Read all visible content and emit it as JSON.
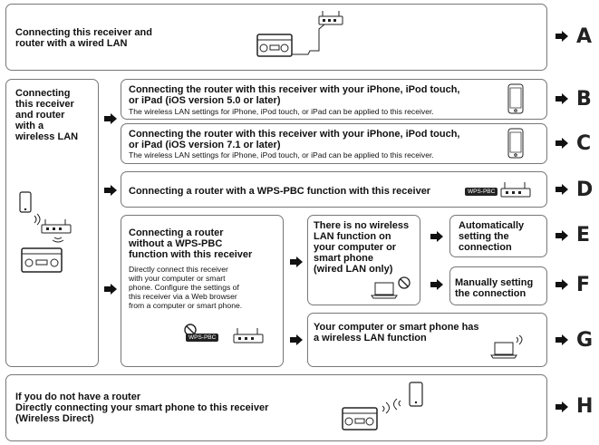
{
  "boxes": {
    "a": {
      "title": "Connecting this receiver and\nrouter with a wired LAN"
    },
    "wireless": {
      "title": "Connecting\nthis receiver\nand router\nwith a\nwireless LAN"
    },
    "b": {
      "title": "Connecting the router with this receiver with your iPhone, iPod touch,\nor iPad (iOS version 5.0 or later)",
      "sub": "The wireless LAN settings for iPhone, iPod touch, or iPad can be applied to this receiver."
    },
    "c": {
      "title": "Connecting the router with this receiver with your iPhone, iPod touch,\nor iPad (iOS version 7.1 or later)",
      "sub": "The wireless LAN settings for iPhone, iPod touch, or iPad can be applied to this receiver."
    },
    "d": {
      "title": "Connecting a router with a WPS-PBC function with this receiver",
      "wps_label": "WPS-PBC"
    },
    "no_wps": {
      "title": "Connecting a router\nwithout a WPS-PBC\nfunction with this receiver",
      "sub": "Directly connect this receiver\nwith your computer or smart\nphone. Configure the settings of\nthis receiver via a Web browser\nfrom a computer or smart phone.",
      "wps_label": "WPS-PBC"
    },
    "no_wireless": {
      "title": "There is no wireless\nLAN function on\nyour computer or\nsmart phone\n(wired LAN only)"
    },
    "e": {
      "title": "Automatically\nsetting the\nconnection"
    },
    "f": {
      "title": "Manually setting\nthe connection"
    },
    "g": {
      "title": "Your computer or smart phone has\na wireless LAN function"
    },
    "h": {
      "title": "If you do not have a router\nDirectly connecting your smart phone to this receiver\n(Wireless Direct)"
    }
  },
  "letters": {
    "a": "A",
    "b": "B",
    "c": "C",
    "d": "D",
    "e": "E",
    "f": "F",
    "g": "G",
    "h": "H"
  }
}
